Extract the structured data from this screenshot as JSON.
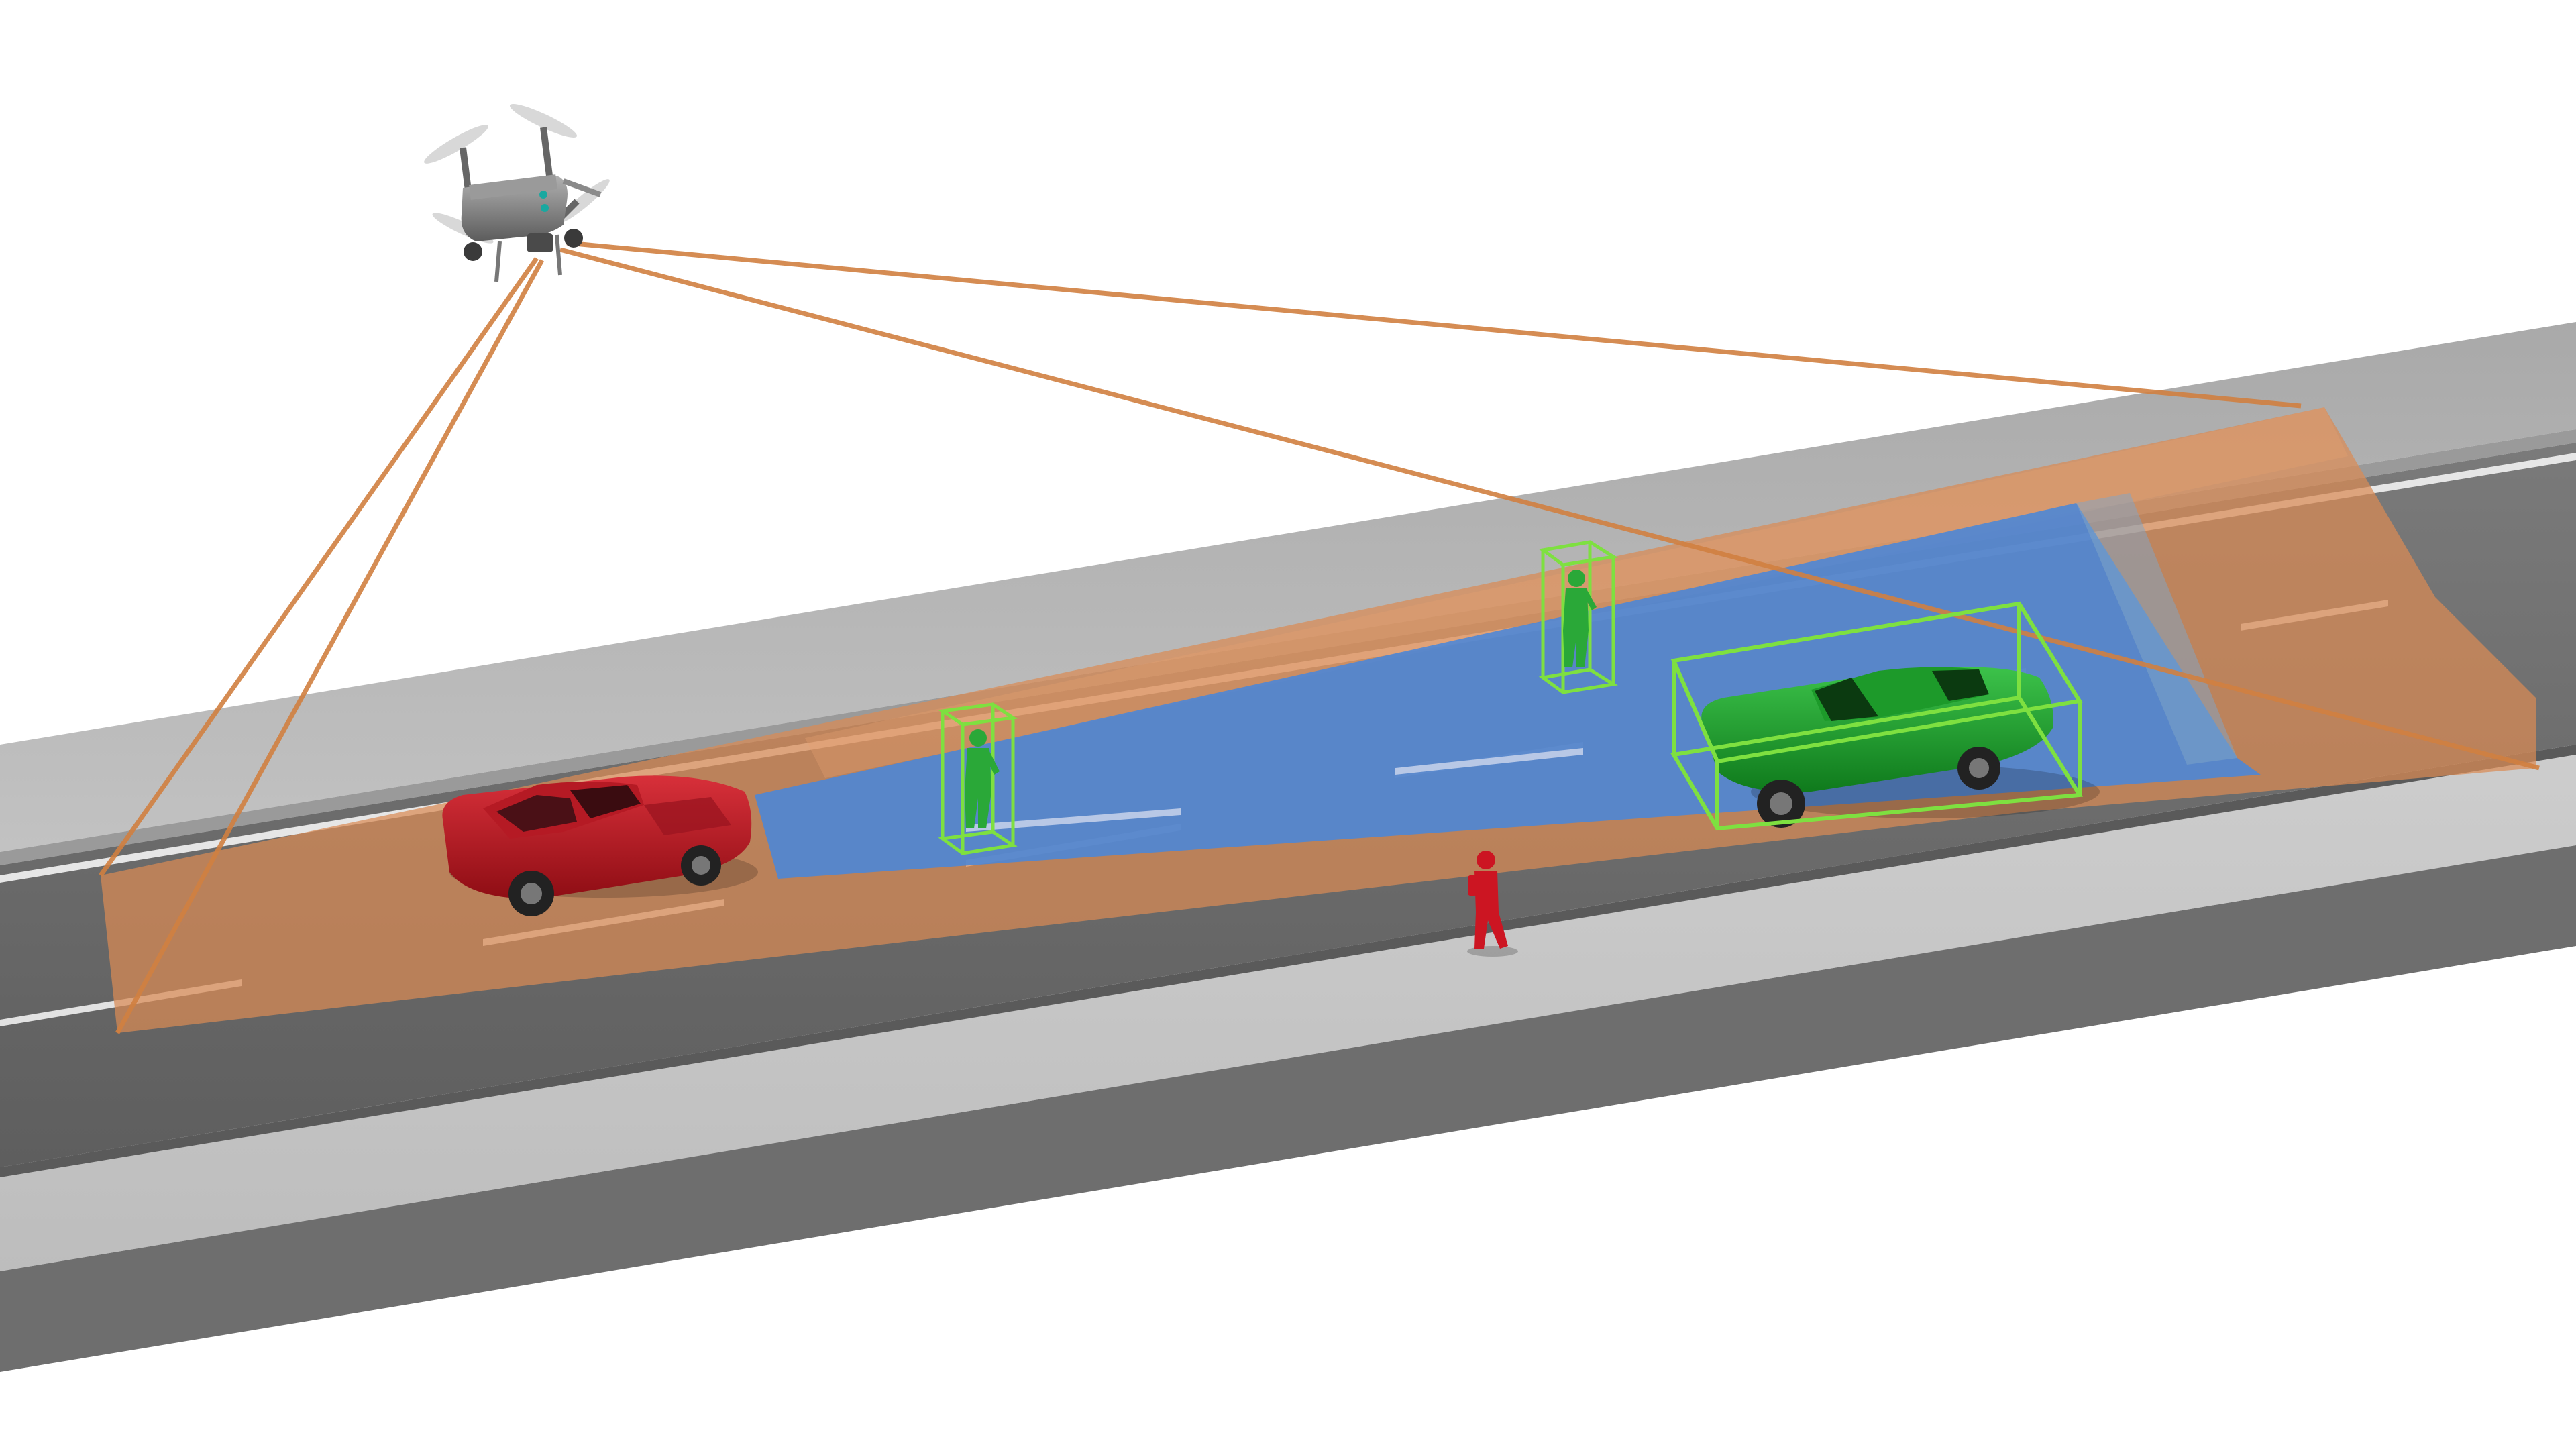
{
  "scene": {
    "type": "3d-illustration",
    "subject": "drone-camera-detection",
    "colors": {
      "background": "#ffffff",
      "road": "#6a6a6a",
      "sidewalk": "#c7c7c7",
      "lane_marking": "#e8e8e8",
      "camera_frustum": "#d08040",
      "camera_footprint": "#d98a55",
      "visible_region": "#4a86d8",
      "detection_box": "#7ee040",
      "detected_object": "#22a832",
      "undetected_object": "#cc1522",
      "drone_body": "#8c8c8c"
    },
    "objects": [
      {
        "kind": "drone",
        "state": "observer",
        "icon": "drone-icon"
      },
      {
        "kind": "car",
        "state": "undetected",
        "icon": "car-icon"
      },
      {
        "kind": "car",
        "state": "detected",
        "icon": "car-icon"
      },
      {
        "kind": "pedestrian",
        "state": "detected",
        "icon": "person-icon"
      },
      {
        "kind": "pedestrian",
        "state": "detected",
        "icon": "person-icon"
      },
      {
        "kind": "pedestrian",
        "state": "undetected",
        "icon": "person-icon"
      }
    ],
    "detections": 3
  }
}
